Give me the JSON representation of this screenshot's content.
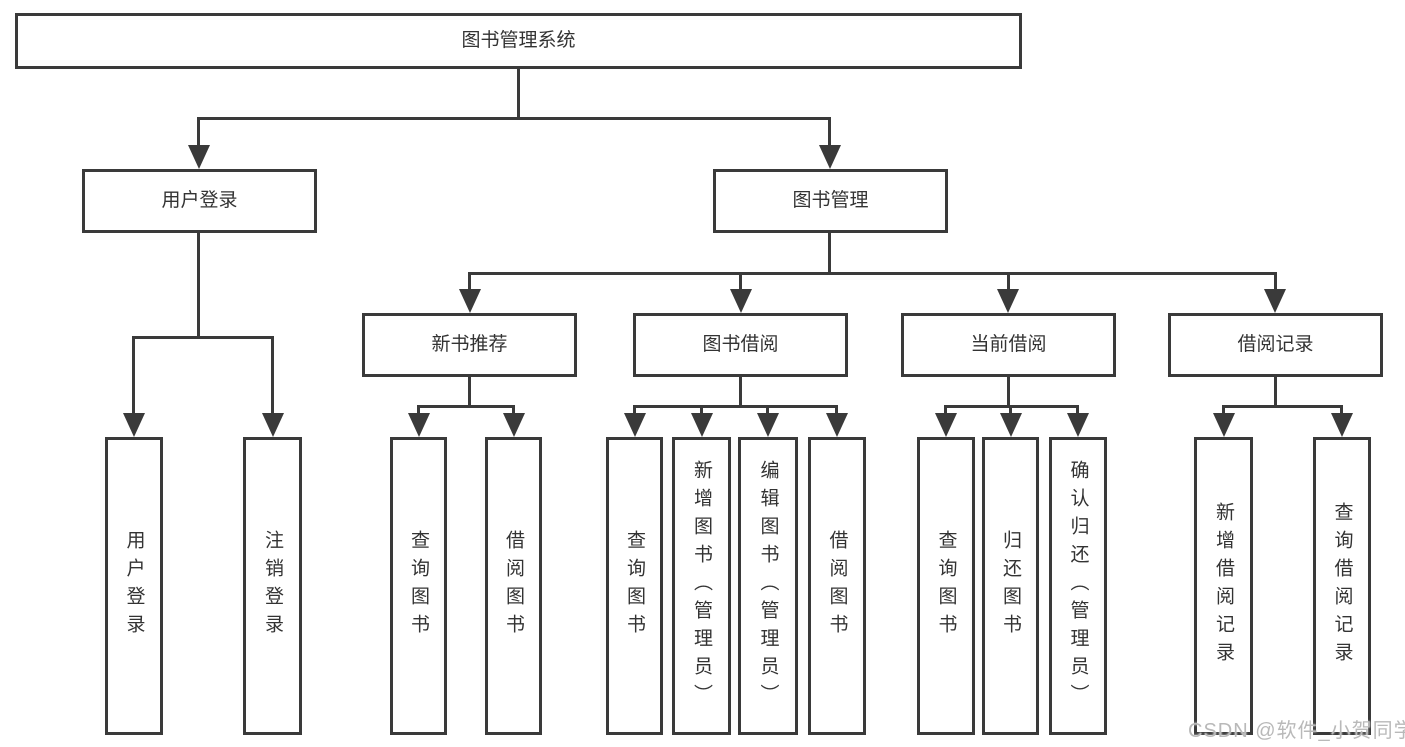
{
  "diagram": {
    "title": "图书管理系统",
    "branches": [
      {
        "label": "用户登录",
        "children": [
          {
            "label": "用户登录"
          },
          {
            "label": "注销登录"
          }
        ]
      },
      {
        "label": "图书管理",
        "children": [
          {
            "label": "新书推荐",
            "children": [
              {
                "label": "查询图书"
              },
              {
                "label": "借阅图书"
              }
            ]
          },
          {
            "label": "图书借阅",
            "children": [
              {
                "label": "查询图书"
              },
              {
                "label": "新增图书（管理员）"
              },
              {
                "label": "编辑图书（管理员）"
              },
              {
                "label": "借阅图书"
              }
            ]
          },
          {
            "label": "当前借阅",
            "children": [
              {
                "label": "查询图书"
              },
              {
                "label": "归还图书"
              },
              {
                "label": "确认归还（管理员）"
              }
            ]
          },
          {
            "label": "借阅记录",
            "children": [
              {
                "label": "新增借阅记录"
              },
              {
                "label": "查询借阅记录"
              }
            ]
          }
        ]
      }
    ]
  },
  "watermark": {
    "text": "CSDN @软件_小贺同学"
  },
  "colors": {
    "line": "#3a3a3a",
    "text": "#333333",
    "watermark": "#b9b9b9",
    "background": "#ffffff"
  }
}
